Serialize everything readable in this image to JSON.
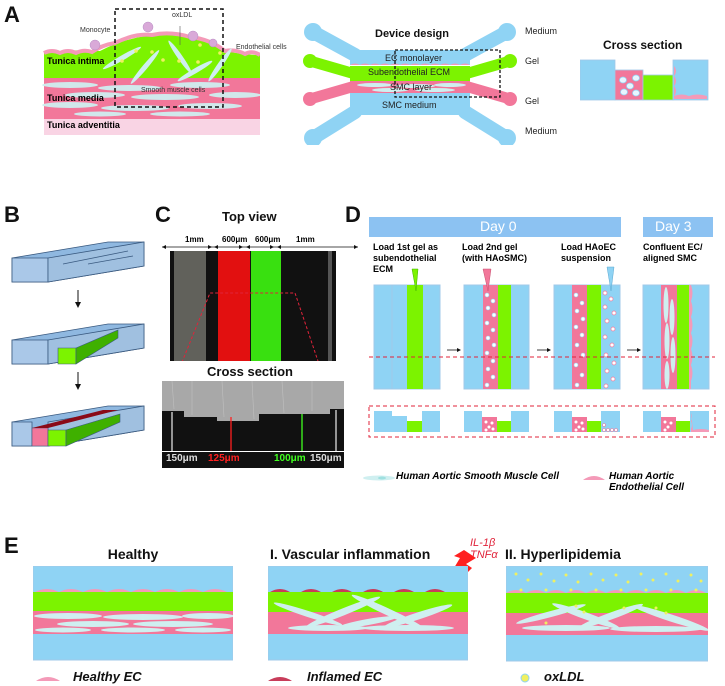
{
  "colors": {
    "medium_blue": "#8fd3f4",
    "gel_green": "#7cf300",
    "smc_pink": "#f2779a",
    "ec_pink": "#f49ab8",
    "adventitia": "#f9d4e4",
    "smc_cell": "#cfeff0",
    "day_bar": "#8cc2f2",
    "red_dash": "#e0233a",
    "oxldl_yellow": "#f0f060",
    "inflamed_ec": "#c83c5a"
  },
  "panel_a": {
    "label": "A",
    "artery": {
      "annotations": [
        "Monocyte",
        "oxLDL",
        "Endothelial cells",
        "Smooth muscle cells"
      ],
      "layers": [
        "Tunica intima",
        "Tunica media",
        "Tunica adventitia"
      ]
    },
    "device": {
      "title": "Device design",
      "channels": [
        "EC monolayer",
        "Subendothelial ECM",
        "SMC layer",
        "SMC medium"
      ],
      "ports_right": [
        "Medium",
        "Gel",
        "Gel",
        "Medium"
      ]
    },
    "cross_section": {
      "title": "Cross section"
    }
  },
  "panel_b": {
    "label": "B"
  },
  "panel_c": {
    "label": "C",
    "top_view_title": "Top view",
    "widths": [
      "1mm",
      "600μm",
      "600μm",
      "1mm"
    ],
    "cross_section_title": "Cross section",
    "heights": [
      {
        "text": "150μm",
        "color": "#dddddd"
      },
      {
        "text": "125μm",
        "color": "#ff2020"
      },
      {
        "text": "100μm",
        "color": "#40ff20"
      },
      {
        "text": "150μm",
        "color": "#dddddd"
      }
    ]
  },
  "panel_d": {
    "label": "D",
    "timeline": [
      "Day 0",
      "Day 3"
    ],
    "steps": [
      {
        "line1": "Load 1st gel as",
        "line2": "subendothelial",
        "line3": "ECM"
      },
      {
        "line1": "Load 2nd gel",
        "line2": "(with HAoSMC)",
        "line3": ""
      },
      {
        "line1": "Load HAoEC",
        "line2": "suspension",
        "line3": ""
      },
      {
        "line1": "Confluent EC/",
        "line2": "aligned SMC",
        "line3": ""
      }
    ],
    "legend": [
      "Human Aortic Smooth Muscle Cell",
      "Human Aortic Endothelial Cell"
    ]
  },
  "panel_e": {
    "label": "E",
    "conditions": [
      "Healthy",
      "I. Vascular inflammation",
      "II. Hyperlipidemia"
    ],
    "stimulus": [
      "IL-1β",
      "TNFα"
    ],
    "legend": [
      "Healthy EC",
      "Inflamed EC",
      "oxLDL"
    ]
  }
}
